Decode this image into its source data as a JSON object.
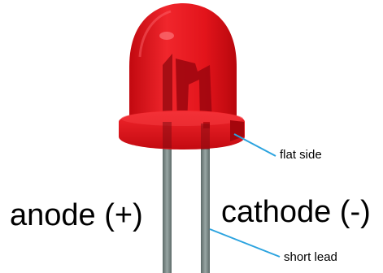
{
  "colors": {
    "led_red": "#e8141c",
    "led_dark_red": "#a8070c",
    "lead_grey": "#7a8886",
    "pointer_blue": "#2ba3df",
    "text": "#000000"
  },
  "labels": {
    "anode": "anode (+)",
    "cathode": "cathode (-)",
    "flat_side": "flat side",
    "short_lead": "short lead"
  }
}
